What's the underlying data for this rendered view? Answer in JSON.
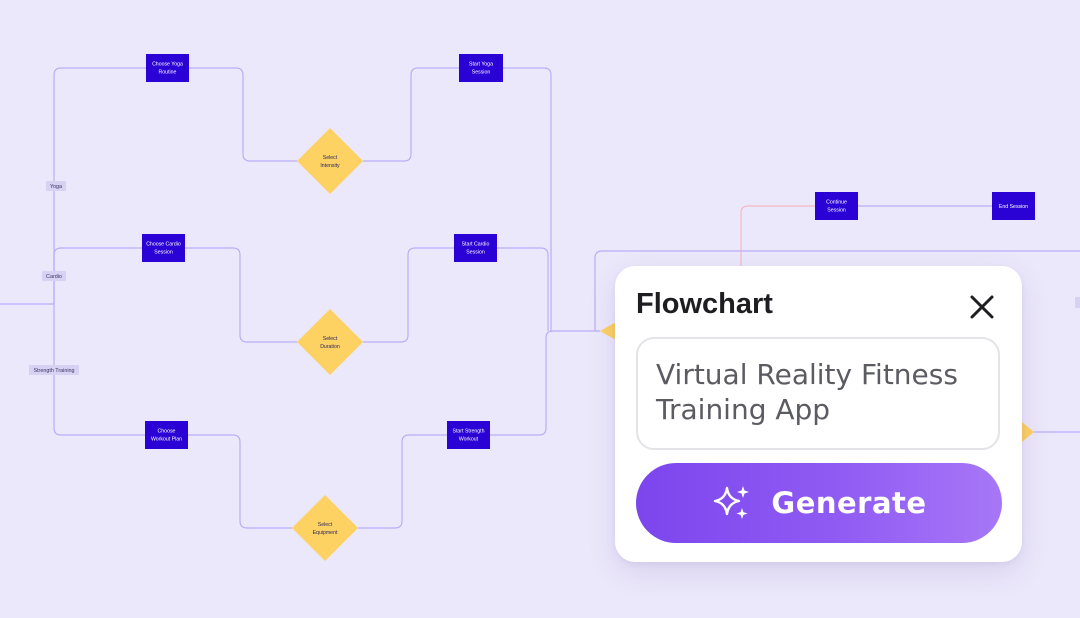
{
  "flowchart": {
    "nodes": {
      "choose_yoga": [
        "Choose Yoga",
        "Routine"
      ],
      "start_yoga": [
        "Start Yoga",
        "Session"
      ],
      "select_intensity": [
        "Select",
        "Intensity"
      ],
      "choose_cardio": [
        "Choose Cardio",
        "Session"
      ],
      "start_cardio": [
        "Start Cardio",
        "Session"
      ],
      "select_duration": [
        "Select",
        "Duration"
      ],
      "choose_workout": [
        "Choose",
        "Workout Plan"
      ],
      "start_strength": [
        "Start Strength",
        "Workout"
      ],
      "select_equipment": [
        "Select",
        "Equipment"
      ],
      "continue_session": [
        "Continue",
        "Session"
      ],
      "end_session": [
        "End Session"
      ]
    },
    "edge_labels": {
      "yoga": "Yoga",
      "cardio": "Cardio",
      "strength": "Strength Training"
    },
    "colors": {
      "process": "#2a02d6",
      "decision": "#fdd262",
      "edge": "#b9aef5",
      "background": "#ece8fb"
    }
  },
  "panel": {
    "title": "Flowchart",
    "close_icon": "close-icon",
    "prompt_value": "Virtual Reality Fitness Training App",
    "generate_label": "Generate",
    "generate_icon": "sparkles-icon",
    "accent": "#8a55f2"
  }
}
